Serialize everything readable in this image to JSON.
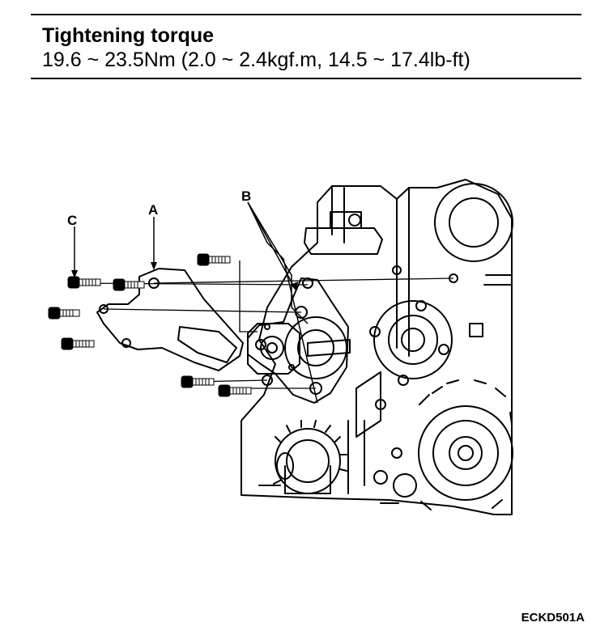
{
  "spec": {
    "title": "Tightening torque",
    "value": "19.6 ~ 23.5Nm (2.0 ~ 2.4kgf.m, 14.5 ~ 17.4lb-ft)"
  },
  "callouts": {
    "a": "A",
    "b": "B",
    "c": "C"
  },
  "figure_code": "ECKD501A"
}
